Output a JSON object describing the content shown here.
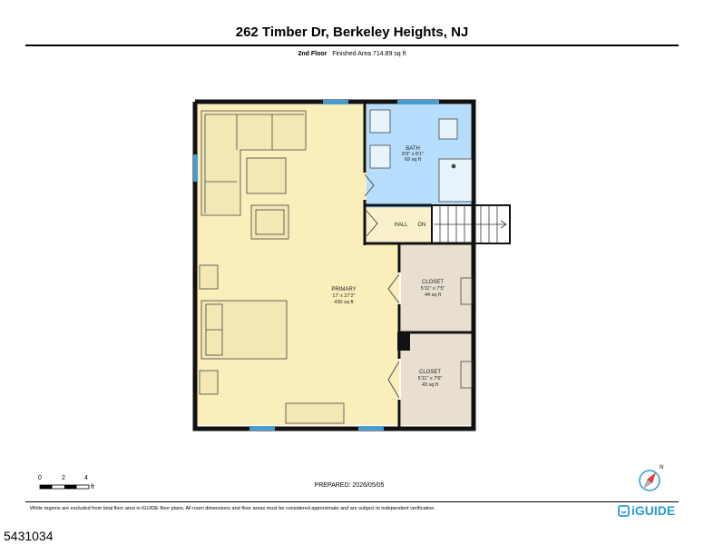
{
  "header": {
    "address": "262 Timber Dr, Berkeley Heights, NJ",
    "floor": "2nd Floor",
    "finished_area": "Finished Area 714.89 sq ft"
  },
  "rooms": {
    "primary": {
      "name": "PRIMARY",
      "dims": "17' x 27'2\"",
      "area": "430 sq ft"
    },
    "bath": {
      "name": "BATH",
      "dims": "8'9\" x 8'1\"",
      "area": "69 sq ft"
    },
    "hall": {
      "name": "HALL",
      "stair_label": "DN"
    },
    "closet1": {
      "name": "CLOSET",
      "dims": "5'11\" x 7'5\"",
      "area": "44 sq ft"
    },
    "closet2": {
      "name": "CLOSET",
      "dims": "5'11\" x 7'6\"",
      "area": "43 sq ft"
    }
  },
  "scale": {
    "ticks": [
      "0",
      "2",
      "4"
    ],
    "unit": "ft"
  },
  "compass_label": "N",
  "prepared": "PREPARED: 2026/05/05",
  "footer": {
    "disclaimer": "White regions are excluded from total floor area in iGUIDE floor plans. All room dimensions and floor areas must be considered approximate and are subject to independent verification.",
    "brand": "iGUIDE"
  },
  "listing_id": "5431034",
  "colors": {
    "primary_fill": "#faeebb",
    "bath_fill": "#b6ddfb",
    "closet_fill": "#e8dfd1",
    "hall_fill": "#faf1cc",
    "wall": "#111111",
    "window": "#4a9ccf",
    "brand": "#2a9ad6"
  }
}
